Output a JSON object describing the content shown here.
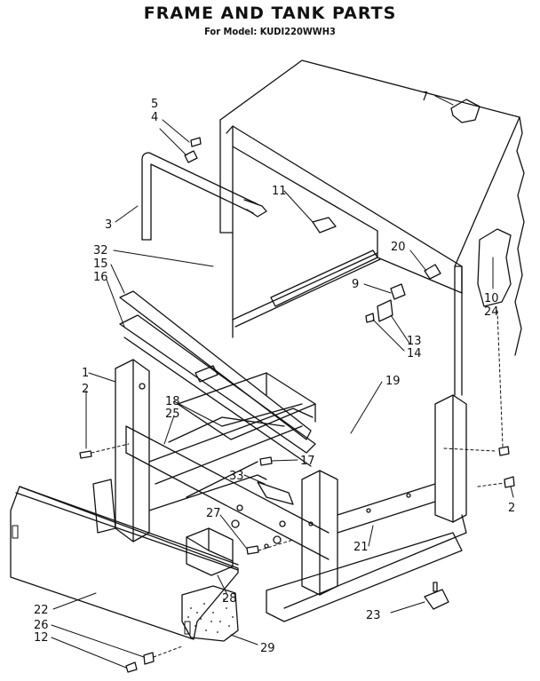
{
  "header": {
    "title": "FRAME AND TANK PARTS",
    "subtitle": "For Model: KUDI220WWH3"
  },
  "parts": [
    {
      "id": "p1",
      "label": "1"
    },
    {
      "id": "p2a",
      "label": "2"
    },
    {
      "id": "p2b",
      "label": "2"
    },
    {
      "id": "p3",
      "label": "3"
    },
    {
      "id": "p4",
      "label": "4"
    },
    {
      "id": "p5",
      "label": "5"
    },
    {
      "id": "p7",
      "label": "7"
    },
    {
      "id": "p9",
      "label": "9"
    },
    {
      "id": "p10",
      "label": "10"
    },
    {
      "id": "p11",
      "label": "11"
    },
    {
      "id": "p12",
      "label": "12"
    },
    {
      "id": "p13",
      "label": "13"
    },
    {
      "id": "p14",
      "label": "14"
    },
    {
      "id": "p15",
      "label": "15"
    },
    {
      "id": "p16",
      "label": "16"
    },
    {
      "id": "p17",
      "label": "17"
    },
    {
      "id": "p18",
      "label": "18"
    },
    {
      "id": "p19",
      "label": "19"
    },
    {
      "id": "p20",
      "label": "20"
    },
    {
      "id": "p21",
      "label": "21"
    },
    {
      "id": "p22",
      "label": "22"
    },
    {
      "id": "p23",
      "label": "23"
    },
    {
      "id": "p24",
      "label": "24"
    },
    {
      "id": "p25",
      "label": "25"
    },
    {
      "id": "p26",
      "label": "26"
    },
    {
      "id": "p27",
      "label": "27"
    },
    {
      "id": "p28",
      "label": "28"
    },
    {
      "id": "p29",
      "label": "29"
    },
    {
      "id": "p32",
      "label": "32"
    },
    {
      "id": "p33",
      "label": "33"
    }
  ]
}
